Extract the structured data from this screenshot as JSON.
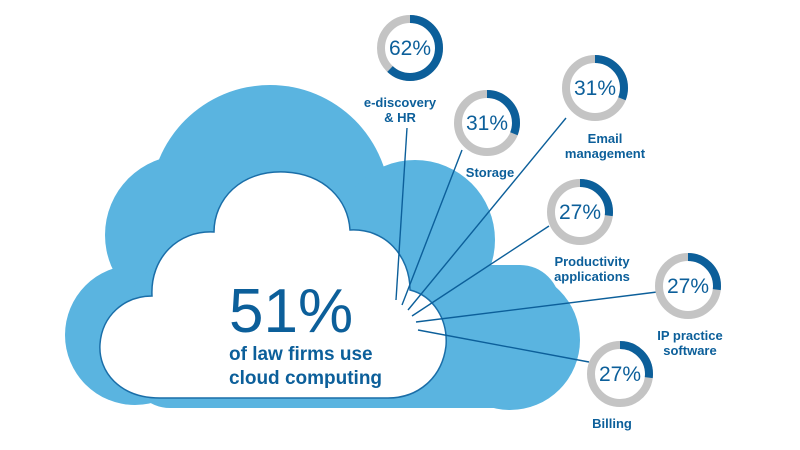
{
  "headline": {
    "value": "51%",
    "line1": "of law firms use",
    "line2": "cloud computing"
  },
  "colors": {
    "cloud_outer": "#5ab4e0",
    "cloud_inner": "#ffffff",
    "cloud_stroke": "#1a6ea8",
    "ring_track": "#c4c4c4",
    "ring_fill": "#0c5f9a",
    "text": "#0c5f9a"
  },
  "chart_data": {
    "type": "donut",
    "items": [
      {
        "label_lines": [
          "e-discovery",
          "& HR"
        ],
        "value": 62,
        "value_label": "62%"
      },
      {
        "label_lines": [
          "Storage"
        ],
        "value": 31,
        "value_label": "31%"
      },
      {
        "label_lines": [
          "Email",
          "management"
        ],
        "value": 31,
        "value_label": "31%"
      },
      {
        "label_lines": [
          "Productivity",
          "applications"
        ],
        "value": 27,
        "value_label": "27%"
      },
      {
        "label_lines": [
          "IP practice",
          "software"
        ],
        "value": 27,
        "value_label": "27%"
      },
      {
        "label_lines": [
          "Billing"
        ],
        "value": 27,
        "value_label": "27%"
      }
    ]
  }
}
